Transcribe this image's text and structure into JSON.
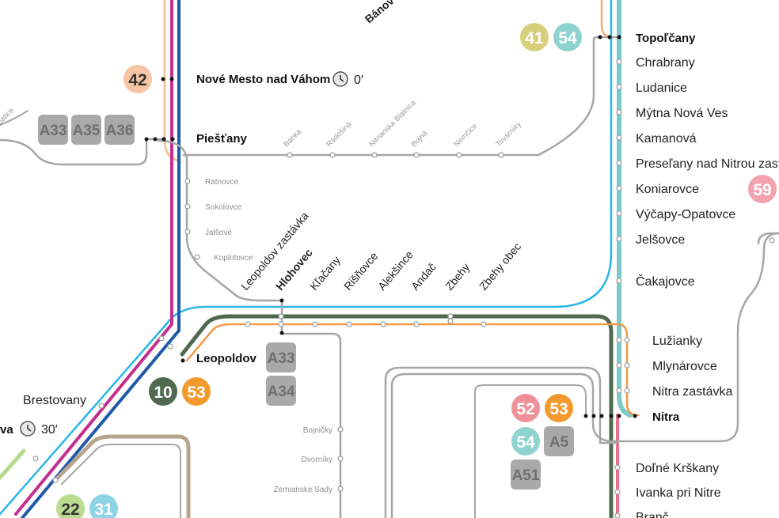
{
  "colors": {
    "blue_line": "#1e5aa8",
    "magenta_line": "#c42e8c",
    "peach_line": "#f4c39a",
    "cyan_line": "#29b6e6",
    "teal_line": "#7ccac8",
    "darkgreen_line": "#4f6a4f",
    "orange_line": "#f29a48",
    "grey_line": "#a6a6a6",
    "pink_line": "#ec6f89",
    "brown_line": "#b8a48c",
    "lightgreen_line": "#b5d98a"
  },
  "stations": {
    "topolcany": "Topoľčany",
    "chrabrany": "Chrabrany",
    "ludanice": "Ludanice",
    "mytna_nova_ves": "Mýtna Nová Ves",
    "kamanova": "Kamanová",
    "preselany": "Preseľany nad Nitrou zast.",
    "koniarovce": "Koniarovce",
    "vycapy": "Výčapy-Opatovce",
    "jelsovce": "Jelšovce",
    "cakajovce": "Čakajovce",
    "luzianky": "Lužianky",
    "mlynarovce": "Mlynárovce",
    "nitra_zastavka": "Nitra zastávka",
    "nitra": "Nitra",
    "dolne_krskany": "Doľné Krškany",
    "ivanka": "Ivanka pri Nitre",
    "branc": "Branč",
    "nove_mesto": "Nové Mesto nad Váhom",
    "nove_mesto_time": "0′",
    "piestany": "Piešťany",
    "leopoldov": "Leopoldov",
    "brestovany": "Brestovany",
    "trnava_partial": "va",
    "trnava_time": "30′",
    "banovce_partial": "Bánov",
    "hlohovec": "Hlohovec",
    "leopoldov_zastavka": "Leopoldov zastávka",
    "klacany": "Kľačany",
    "risnovce": "Rišňovce",
    "alekšince": "Alekšince",
    "andac": "Andač",
    "zbehy": "Zbehy",
    "zbehy_obec": "Zbehy obec",
    "banka": "Banka",
    "radosina": "Radošiná",
    "nitrianska_blatnica": "Nitrianska Blatnica",
    "bojna": "Bojná",
    "nemcice": "Nemčice",
    "tovarniky": "Tovarníky",
    "ratnovce": "Ratnovce",
    "sokolovce": "Sokolovce",
    "jalsove": "Jalšové",
    "koplotovce": "Koplotovce",
    "bojnicky": "Bojničky",
    "dvorniky": "Dvorníky",
    "zemianske_sady": "Zemianske Sady",
    "left_partial": "patice"
  },
  "badges": {
    "b42": "42",
    "b41": "41",
    "b54_top": "54",
    "b59": "59",
    "bA33_left": "A33",
    "bA35": "A35",
    "bA36": "A36",
    "b10": "10",
    "b53_left": "53",
    "bA33_mid": "A33",
    "bA34": "A34",
    "b52": "52",
    "b53_right": "53",
    "b54_right": "54",
    "bA5": "A5",
    "bA51": "A51",
    "b22": "22",
    "b31": "31"
  },
  "badge_colors": {
    "peach": "#f6c6a4",
    "yellow": "#d8cf7a",
    "teal": "#8fd3d1",
    "pink": "#f2a3ae",
    "darkgreen": "#4f6a4f",
    "orange": "#f29a2e",
    "salmon": "#ef8f98",
    "grey": "#a9a9a9",
    "lightgreen": "#b9dc8e",
    "lightblue": "#8fd3e6"
  },
  "icons": {
    "clock": "clock-icon"
  }
}
